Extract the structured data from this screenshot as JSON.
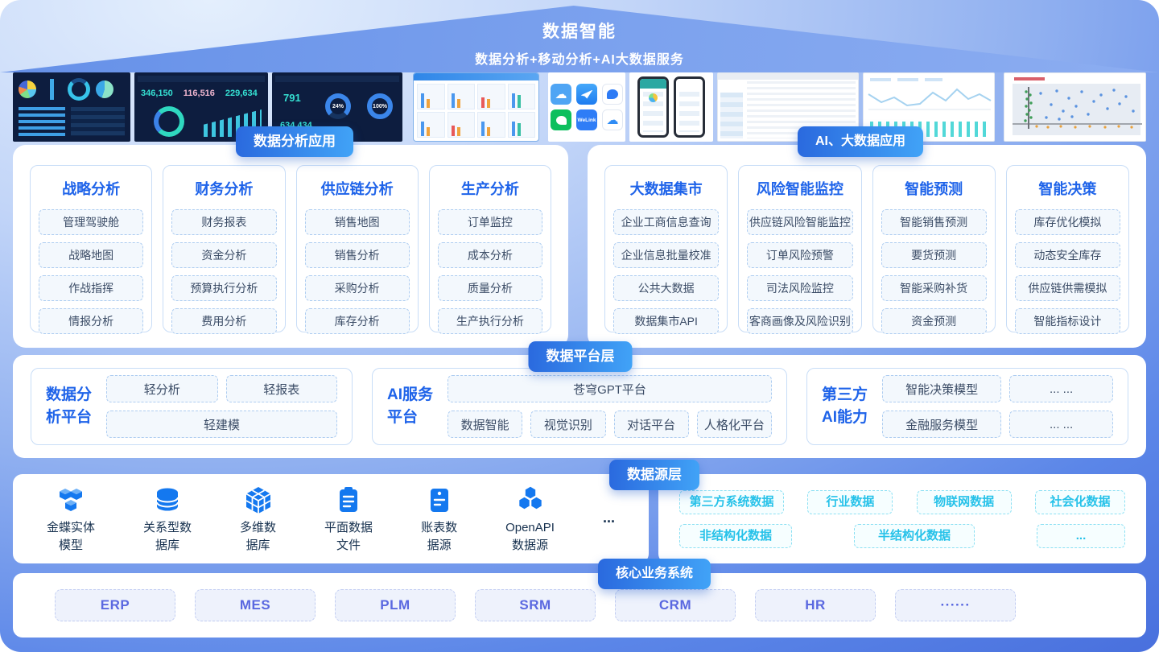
{
  "colors": {
    "accent_blue": "#2a69de",
    "badge_gradient_end": "#41a3f7",
    "card_title_blue": "#1e63e9",
    "cyan": "#27c2e9",
    "core_purple": "#5a68e0",
    "source_icon_blue": "#1478ef"
  },
  "header": {
    "title": "数据智能",
    "subtitle": "数据分析+移动分析+AI大数据服务"
  },
  "badges": {
    "analysis": "数据分析应用",
    "ai": "AI、大数据应用",
    "platform": "数据平台层",
    "source": "数据源层",
    "core": "核心业务系统"
  },
  "showcase": {
    "welink_label": "WeLink",
    "dash2_metrics": [
      "346,150",
      "116,516",
      "229,634"
    ],
    "dash3_value": "791",
    "dash3_value2": "634,434",
    "dash3_ring1": "24%",
    "dash3_ring2": "100%",
    "app_icons": [
      "cloud-icon",
      "dingtalk-icon",
      "wecom-icon",
      "wechat-icon",
      "welink-icon",
      "m-cloud-icon"
    ]
  },
  "analysis_apps": {
    "columns": [
      {
        "title": "战略分析",
        "items": [
          "管理驾驶舱",
          "战略地图",
          "作战指挥",
          "情报分析"
        ]
      },
      {
        "title": "财务分析",
        "items": [
          "财务报表",
          "资金分析",
          "预算执行分析",
          "费用分析"
        ]
      },
      {
        "title": "供应链分析",
        "items": [
          "销售地图",
          "销售分析",
          "采购分析",
          "库存分析"
        ]
      },
      {
        "title": "生产分析",
        "items": [
          "订单监控",
          "成本分析",
          "质量分析",
          "生产执行分析"
        ]
      }
    ]
  },
  "ai_apps": {
    "columns": [
      {
        "title": "大数据集市",
        "items": [
          "企业工商信息查询",
          "企业信息批量校准",
          "公共大数据",
          "数据集市API"
        ]
      },
      {
        "title": "风险智能监控",
        "items": [
          "供应链风险智能监控",
          "订单风险预警",
          "司法风险监控",
          "客商画像及风险识别"
        ]
      },
      {
        "title": "智能预测",
        "items": [
          "智能销售预测",
          "要货预测",
          "智能采购补货",
          "资金预测"
        ]
      },
      {
        "title": "智能决策",
        "items": [
          "库存优化模拟",
          "动态安全库存",
          "供应链供需模拟",
          "智能指标设计"
        ]
      }
    ]
  },
  "platform": {
    "analysis": {
      "label": "数据分\n析平台",
      "items": [
        "轻分析",
        "轻报表",
        "轻建模"
      ]
    },
    "ai": {
      "label": "AI服务\n平台",
      "gpt": "苍穹GPT平台",
      "items": [
        "数据智能",
        "视觉识别",
        "对话平台",
        "人格化平台"
      ]
    },
    "third_party": {
      "label": "第三方\nAI能力",
      "items": [
        "智能决策模型",
        "... ...",
        "金融服务模型",
        "... ..."
      ]
    }
  },
  "sources": {
    "left": [
      {
        "label": "金蝶实体\n模型",
        "icon": "cubes-icon"
      },
      {
        "label": "关系型数\n据库",
        "icon": "database-icon"
      },
      {
        "label": "多维数\n据库",
        "icon": "cube-3d-icon"
      },
      {
        "label": "平面数据\n文件",
        "icon": "clipboard-icon"
      },
      {
        "label": "账表数\n据源",
        "icon": "ledger-icon"
      },
      {
        "label": "OpenAPI\n数据源",
        "icon": "hexagons-icon"
      },
      {
        "label": "...",
        "icon": "ellipsis"
      }
    ],
    "right_rows": [
      [
        "第三方系统数据",
        "行业数据",
        "物联网数据",
        "社会化数据"
      ],
      [
        "非结构化数据",
        "半结构化数据",
        "..."
      ]
    ]
  },
  "core_systems": [
    "ERP",
    "MES",
    "PLM",
    "SRM",
    "CRM",
    "HR",
    "······"
  ]
}
